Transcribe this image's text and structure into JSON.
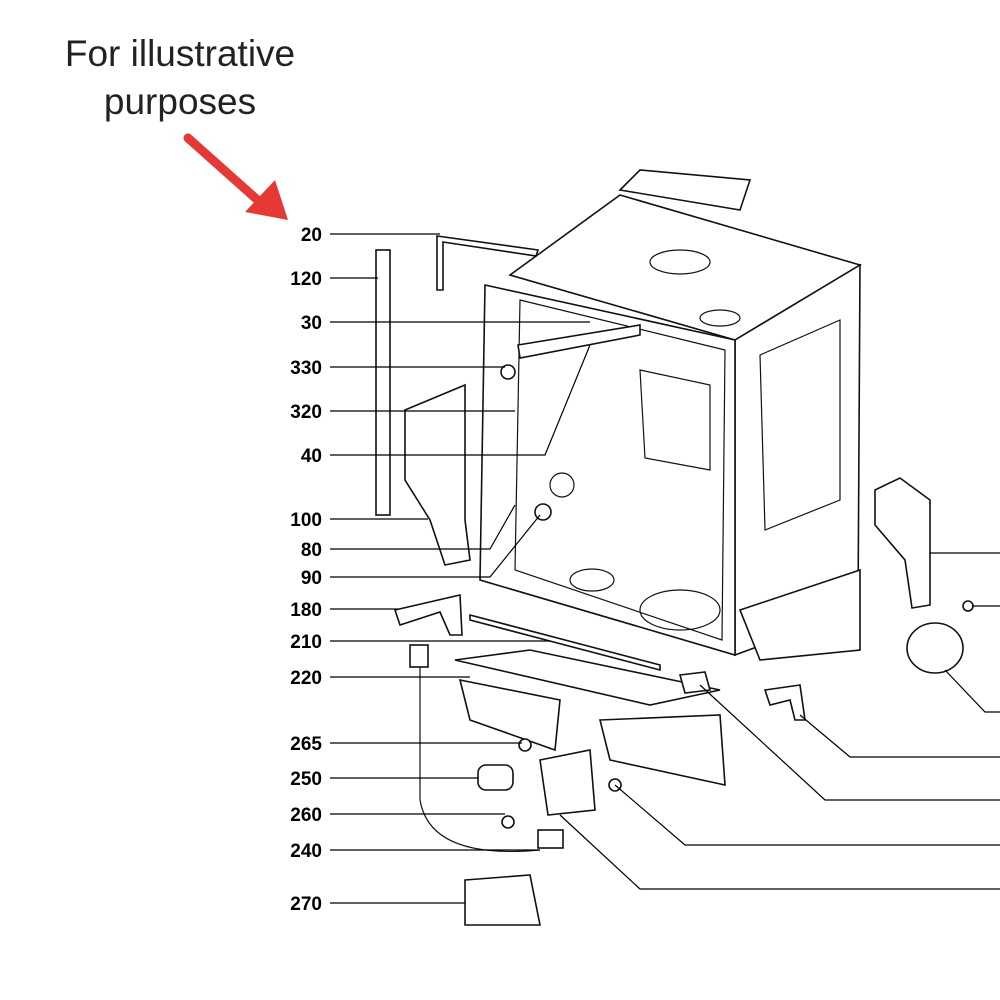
{
  "annotation": {
    "line1": "For illustrative",
    "line2": "purposes",
    "arrow_color": "#e53935"
  },
  "part_labels": [
    "20",
    "120",
    "30",
    "330",
    "320",
    "40",
    "100",
    "80",
    "90",
    "180",
    "210",
    "220",
    "265",
    "250",
    "260",
    "240",
    "270"
  ]
}
